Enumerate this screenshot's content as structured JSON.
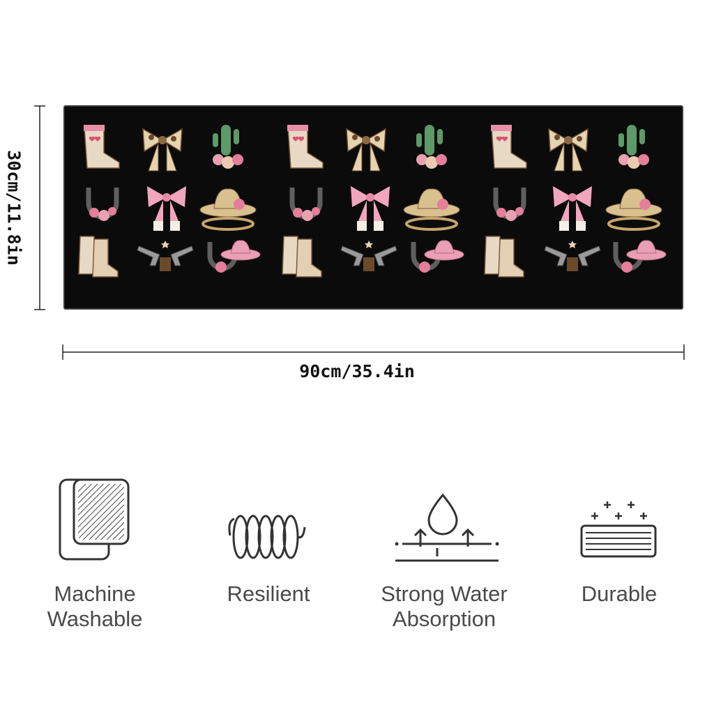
{
  "product": {
    "height_label": "30cm/11.8in",
    "width_label": "90cm/35.4in",
    "rug_color": "#0b0b0b",
    "motif_icons": [
      "cowboy-boot-icon",
      "cowhide-bow-icon",
      "cactus-icon",
      "horseshoe-icon",
      "pink-bow-icon",
      "cowboy-hat-icon",
      "boots-pair-icon",
      "revolvers-icon",
      "hat-horseshoe-icon"
    ]
  },
  "features": [
    {
      "label_line1": "Machine",
      "label_line2": "Washable",
      "icon": "folded-towel-icon"
    },
    {
      "label_line1": "Resilient",
      "label_line2": "",
      "icon": "spring-coil-icon"
    },
    {
      "label_line1": "Strong Water",
      "label_line2": "Absorption",
      "icon": "water-drop-icon"
    },
    {
      "label_line1": "Durable",
      "label_line2": "",
      "icon": "sparkle-layers-icon"
    }
  ],
  "colors": {
    "text": "#4a4a4a",
    "icon_stroke": "#333333",
    "dimension_text": "#111111"
  }
}
